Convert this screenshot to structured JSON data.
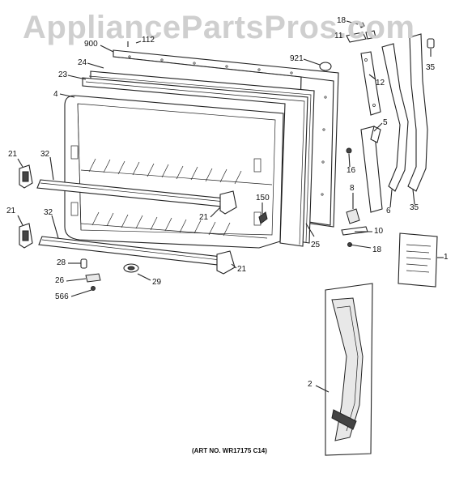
{
  "watermark": "AppliancePartsPros.com",
  "caption": "(ART NO. WR17175 C14)",
  "callouts": [
    {
      "key": "c900",
      "text": "900"
    },
    {
      "key": "c112",
      "text": "112"
    },
    {
      "key": "c24",
      "text": "24"
    },
    {
      "key": "c23",
      "text": "23"
    },
    {
      "key": "c4",
      "text": "4"
    },
    {
      "key": "c921",
      "text": "921"
    },
    {
      "key": "c18a",
      "text": "18"
    },
    {
      "key": "c11",
      "text": "11"
    },
    {
      "key": "c35a",
      "text": "35"
    },
    {
      "key": "c12",
      "text": "12"
    },
    {
      "key": "c5",
      "text": "5"
    },
    {
      "key": "c16",
      "text": "16"
    },
    {
      "key": "c8",
      "text": "8"
    },
    {
      "key": "c6",
      "text": "6"
    },
    {
      "key": "c35b",
      "text": "35"
    },
    {
      "key": "c21a",
      "text": "21"
    },
    {
      "key": "c32a",
      "text": "32"
    },
    {
      "key": "c21b",
      "text": "21"
    },
    {
      "key": "c150",
      "text": "150"
    },
    {
      "key": "c21c",
      "text": "21"
    },
    {
      "key": "c32b",
      "text": "32"
    },
    {
      "key": "c10",
      "text": "10"
    },
    {
      "key": "c25",
      "text": "25"
    },
    {
      "key": "c18b",
      "text": "18"
    },
    {
      "key": "c1",
      "text": "1"
    },
    {
      "key": "c28",
      "text": "28"
    },
    {
      "key": "c21d",
      "text": "21"
    },
    {
      "key": "c26",
      "text": "26"
    },
    {
      "key": "c29",
      "text": "29"
    },
    {
      "key": "c566",
      "text": "566"
    },
    {
      "key": "c2",
      "text": "2"
    }
  ]
}
